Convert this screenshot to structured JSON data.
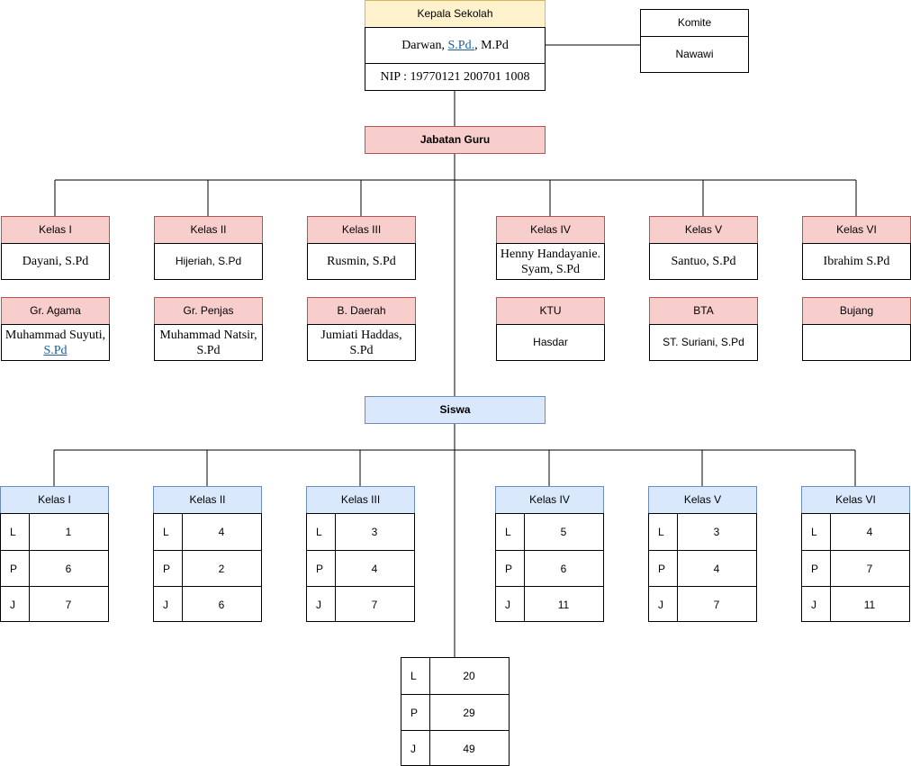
{
  "head": {
    "title": "Kepala Sekolah",
    "name_pre": "Darwan, ",
    "name_link": "S.Pd.",
    "name_post": ", M.Pd",
    "nip": "NIP : 19770121 200701 1008"
  },
  "komite": {
    "title": "Komite",
    "name": "Nawawi"
  },
  "jabatan_guru": "Jabatan Guru",
  "teachers_row1": [
    {
      "title": "Kelas I",
      "name": "Dayani, S.Pd"
    },
    {
      "title": "Kelas II",
      "name": "Hijeriah, S.Pd"
    },
    {
      "title": "Kelas III",
      "name": "Rusmin, S.Pd"
    },
    {
      "title": "Kelas IV",
      "name": "Henny Handayanie. Syam, S.Pd"
    },
    {
      "title": "Kelas V",
      "name": "Santuo, S.Pd"
    },
    {
      "title": "Kelas VI",
      "name": "Ibrahim S.Pd"
    }
  ],
  "teachers_row2": [
    {
      "title": "Gr. Agama",
      "name_pre": "Muhammad Suyuti, ",
      "name_link": "S.Pd"
    },
    {
      "title": "Gr. Penjas",
      "name": "Muhammad Natsir, S.Pd"
    },
    {
      "title": "B. Daerah",
      "name": "Jumiati Haddas, S.Pd"
    },
    {
      "title": "KTU",
      "name": "Hasdar"
    },
    {
      "title": "BTA",
      "name": "ST. Suriani, S.Pd"
    },
    {
      "title": "Bujang",
      "name": ""
    }
  ],
  "siswa": "Siswa",
  "classes": [
    {
      "title": "Kelas I",
      "L": "1",
      "P": "6",
      "J": "7"
    },
    {
      "title": "Kelas II",
      "L": "4",
      "P": "2",
      "J": "6"
    },
    {
      "title": "Kelas III",
      "L": "3",
      "P": "4",
      "J": "7"
    },
    {
      "title": "Kelas IV",
      "L": "5",
      "P": "6",
      "J": "11"
    },
    {
      "title": "Kelas V",
      "L": "3",
      "P": "4",
      "J": "7"
    },
    {
      "title": "Kelas VI",
      "L": "4",
      "P": "7",
      "J": "11"
    }
  ],
  "row_labels": {
    "L": "L",
    "P": "P",
    "J": "J"
  },
  "total": {
    "L": "20",
    "P": "29",
    "J": "49"
  }
}
